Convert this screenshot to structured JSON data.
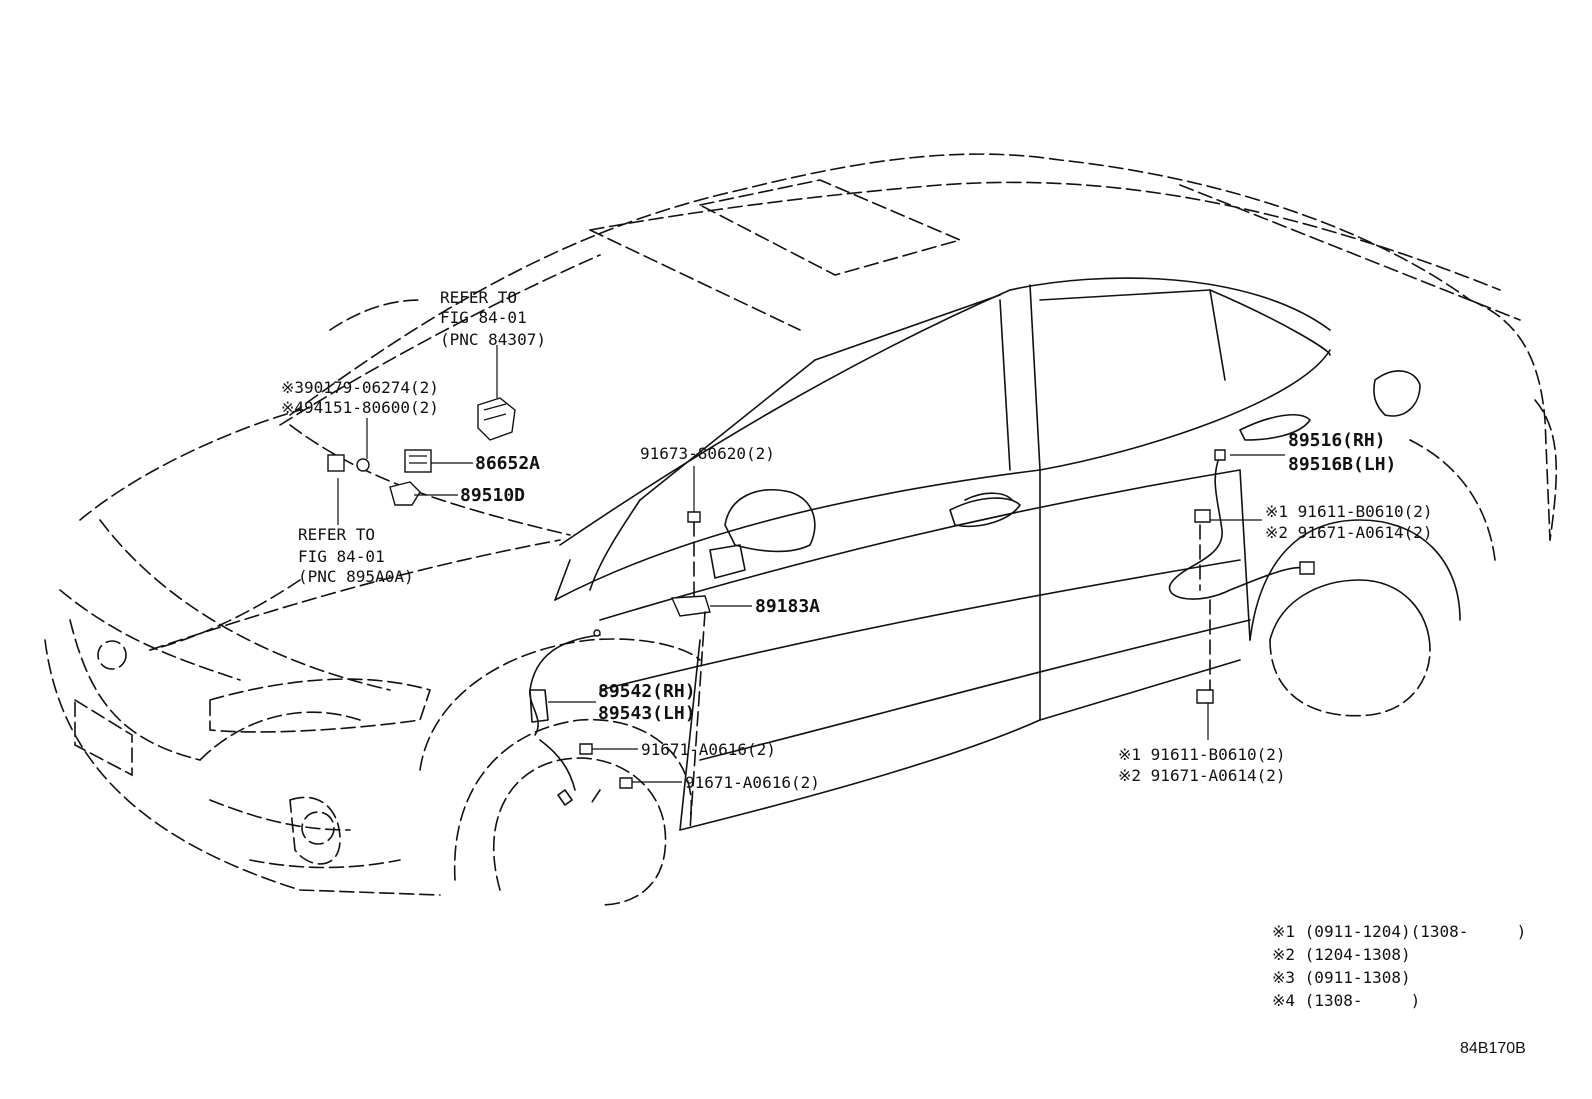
{
  "callouts": {
    "refer_top": [
      "REFER TO",
      "FIG 84-01",
      "(PNC 84307)"
    ],
    "refer_left": [
      "REFER TO",
      "FIG 84-01",
      "(PNC 895A0A)"
    ],
    "p90179": "※390179-06274(2)",
    "p94151": "※494151-80600(2)",
    "p86652A": "86652A",
    "p89510D": "89510D",
    "p91673": "91673-80620(2)",
    "p89183A": "89183A",
    "p89542": "89542(RH)",
    "p89543": "89543(LH)",
    "p91671_a": "91671-A0616(2)",
    "p91671_b": "91671-A0616(2)",
    "p89516": "89516(RH)",
    "p89516B": "89516B(LH)",
    "rr_upper_1": "※1 91611-B0610(2)",
    "rr_upper_2": "※2 91671-A0614(2)",
    "rr_lower_1": "※1 91611-B0610(2)",
    "rr_lower_2": "※2 91671-A0614(2)"
  },
  "notes": [
    "※1 (0911-1204)(1308-     )",
    "※2 (1204-1308)",
    "※3 (0911-1308)",
    "※4 (1308-     )"
  ],
  "figure_code": "84B170B"
}
